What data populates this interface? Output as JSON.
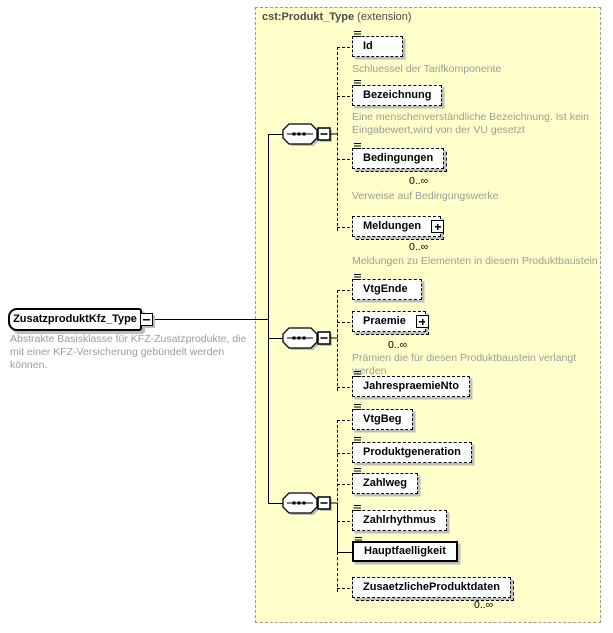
{
  "header": {
    "name": "cst:Produkt_Type",
    "suffix": "(extension)"
  },
  "root": {
    "name": "ZusatzproduktKfz_Type",
    "desc": "Abstrakte Basisklasse für KFZ-Zusatzprodukte, die mit einer KFZ-Versicherung gebündelt werden können."
  },
  "els": {
    "id": {
      "name": "Id",
      "desc": "Schluessel der Tarifkomponente"
    },
    "bezeichnung": {
      "name": "Bezeichnung",
      "desc": "Eine menschenverständliche Bezeichnung. Ist kein Eingabewert,wird von der VU gesetzt"
    },
    "bedingungen": {
      "name": "Bedingungen",
      "occurs": "0..∞",
      "desc": "Verweise auf Bedingungswerke"
    },
    "meldungen": {
      "name": "Meldungen",
      "occurs": "0..∞",
      "desc": "Meldungen zu Elementen in diesem Produktbaustein"
    },
    "vtgende": {
      "name": "VtgEnde"
    },
    "praemie": {
      "name": "Praemie",
      "occurs": "0..∞",
      "desc": "Prämien die für diesen Produktbaustein verlangt werden"
    },
    "jahrespraemiento": {
      "name": "JahrespraemieNto"
    },
    "vtgbeg": {
      "name": "VtgBeg"
    },
    "produktgeneration": {
      "name": "Produktgeneration"
    },
    "zahlweg": {
      "name": "Zahlweg"
    },
    "zahlrhythmus": {
      "name": "Zahlrhythmus"
    },
    "hauptfaelligkeit": {
      "name": "Hauptfaelligkeit"
    },
    "zusaetzlicheproduktdaten": {
      "name": "ZusaetzlicheProduktdaten",
      "occurs": "0..∞"
    }
  }
}
